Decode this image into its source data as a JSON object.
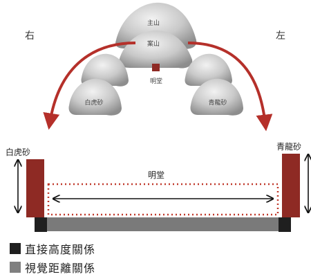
{
  "direction": {
    "right": "右",
    "left": "左"
  },
  "mountains": {
    "main": "主山",
    "guest": "案山",
    "tiger": "白虎砂",
    "dragon": "青龍砂",
    "hall": "明堂"
  },
  "walls": {
    "left_label": "白虎砂",
    "right_label": "青龍砂"
  },
  "hall_label": "明堂",
  "legend": [
    {
      "label": "直接高度關係",
      "color": "#1f1f1f"
    },
    {
      "label": "視覺距離關係",
      "color": "#808080"
    }
  ],
  "colors": {
    "wall": "#8e2a24",
    "arrow": "#b5302a",
    "dotted": "#c0392b",
    "base": "#7a7a7a",
    "post": "#1f1f1f"
  }
}
